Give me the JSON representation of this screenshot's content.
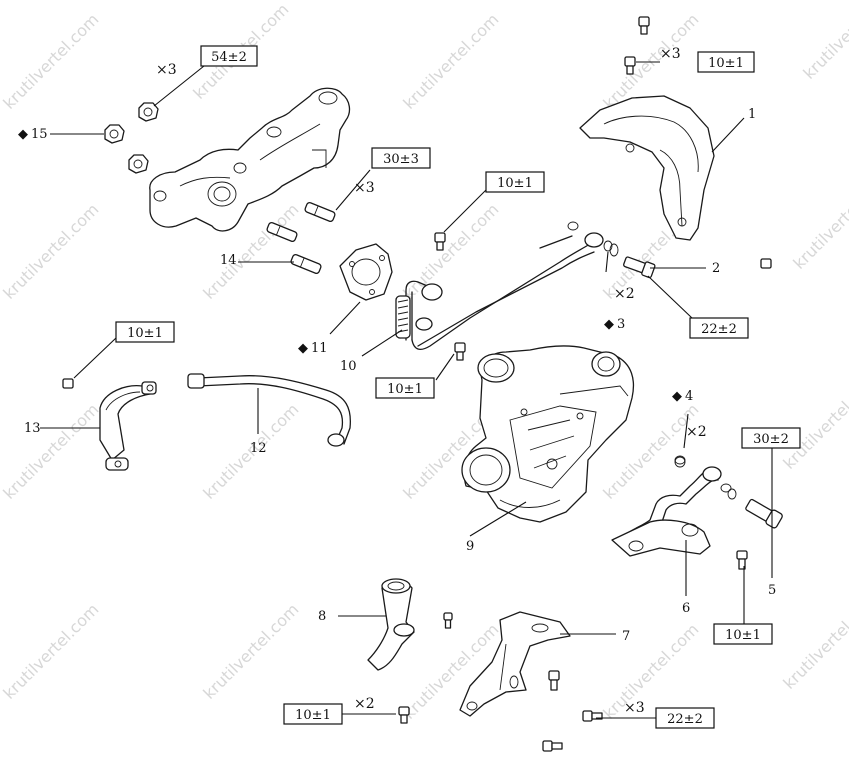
{
  "watermark": "krutilvertel.com",
  "callouts": {
    "c1": "1",
    "c2": "2",
    "c3": "3",
    "c4": "4",
    "c5": "5",
    "c6": "6",
    "c7": "7",
    "c8": "8",
    "c9": "9",
    "c10": "10",
    "c11": "11",
    "c12": "12",
    "c13": "13",
    "c14": "14",
    "c15": "15"
  },
  "torque_labels": {
    "t_54": "54±2",
    "t_10_topright": "10±1",
    "t_30_left": "30±3",
    "t_10_center": "10±1",
    "t_10_left": "10±1",
    "t_22_right": "22±2",
    "t_10_mid": "10±1",
    "t_30_right": "30±2",
    "t_10_bottomright": "10±1",
    "t_10_bottomleft": "10±1",
    "t_22_bottom": "22±2"
  },
  "multipliers": {
    "m_x3_nuts": "×3",
    "m_x3_topright": "×3",
    "m_x3_studs": "×3",
    "m_x2_right": "×2",
    "m_x2_mid": "×2",
    "m_x2_bottom": "×2",
    "m_x3_bottom": "×3"
  },
  "markers": {
    "replace_symbol": "◆"
  },
  "colors": {
    "line": "#1a1a1a",
    "watermark": "#d7d7d7",
    "background": "#ffffff"
  }
}
